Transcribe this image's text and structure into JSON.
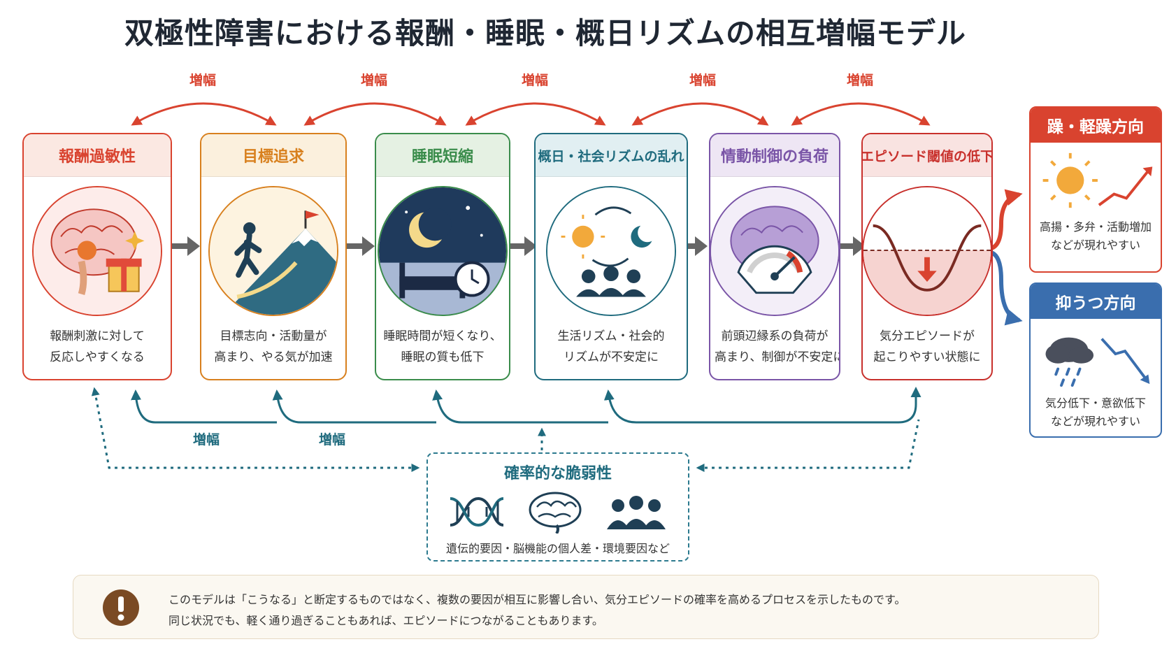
{
  "title": "双極性障害における報酬・睡眠・概日リズムの相互増幅モデル",
  "amplify_label": "増幅",
  "stages": [
    {
      "title": "報酬過敏性",
      "desc": [
        "報酬刺激に対して",
        "反応しやすくなる"
      ],
      "color": "#d9432f",
      "bg": "#fbe8e2"
    },
    {
      "title": "目標追求",
      "desc": [
        "目標志向・活動量が",
        "高まり、やる気が加速"
      ],
      "color": "#d8801e",
      "bg": "#fbf0dd"
    },
    {
      "title": "睡眠短縮",
      "desc": [
        "睡眠時間が短くなり、",
        "睡眠の質も低下"
      ],
      "color": "#3a8c4b",
      "bg": "#e5f1e3"
    },
    {
      "title": "概日・社会リズムの乱れ",
      "desc": [
        "生活リズム・社会的",
        "リズムが不安定に"
      ],
      "color": "#1f6b7e",
      "bg": "#e1eff2"
    },
    {
      "title": "情動制御の負荷",
      "desc": [
        "前頭辺縁系の負荷が",
        "高まり、制御が不安定に"
      ],
      "color": "#7a55a7",
      "bg": "#eee6f4"
    },
    {
      "title": "エピソード閾値の低下",
      "desc": [
        "気分エピソードが",
        "起こりやすい状態に"
      ],
      "color": "#c8302c",
      "bg": "#f9e3e1"
    }
  ],
  "icons": [
    "brain-reward-icon",
    "mountain-climb-icon",
    "night-sleep-icon",
    "day-night-cycle-icon",
    "brain-gauge-icon",
    "threshold-curve-icon"
  ],
  "outcomes": {
    "manic": {
      "title": "躁・軽躁方向",
      "desc": [
        "高揚・多弁・活動増加",
        "などが現れやすい"
      ],
      "color": "#d9432f"
    },
    "depressive": {
      "title": "抑うつ方向",
      "desc": [
        "気分低下・意欲低下",
        "などが現れやすい"
      ],
      "color": "#3a6eae"
    }
  },
  "vulnerability": {
    "title": "確率的な脆弱性",
    "desc": "遺伝的要因・脳機能の個人差・環境要因など",
    "icons": [
      "dna-icon",
      "brain-icon",
      "people-icon"
    ]
  },
  "note": {
    "lines": [
      "このモデルは「こうなる」と断定するものではなく、複数の要因が相互に影響し合い、気分エピソードの確率を高めるプロセスを示したものです。",
      "同じ状況でも、軽く通り過ぎることもあれば、エピソードにつながることもあります。"
    ]
  }
}
